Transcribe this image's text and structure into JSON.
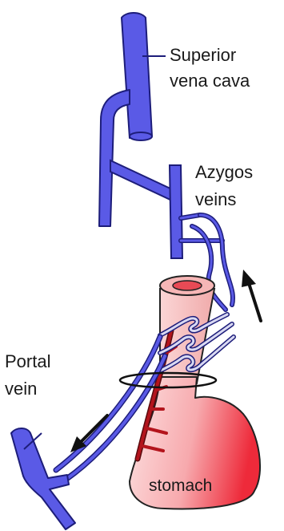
{
  "labels": {
    "superior_vena_cava_line1": "Superior",
    "superior_vena_cava_line2": "vena cava",
    "azygos_line1": "Azygos",
    "azygos_line2": "veins",
    "portal_line1": "Portal",
    "portal_line2": "vein",
    "stomach": "stomach"
  },
  "colors": {
    "vein_fill": "#5a5ae6",
    "vein_stroke": "#1d1d7a",
    "artery_fill": "#b3141c",
    "esophagus_fill": "#f5c3c3",
    "stomach_gradient_start": "#fde2e2",
    "stomach_gradient_end": "#ee2a3a",
    "outline": "#222222",
    "text": "#1a1a1a"
  },
  "icons": [
    "flow-arrow-up",
    "flow-arrow-down"
  ]
}
